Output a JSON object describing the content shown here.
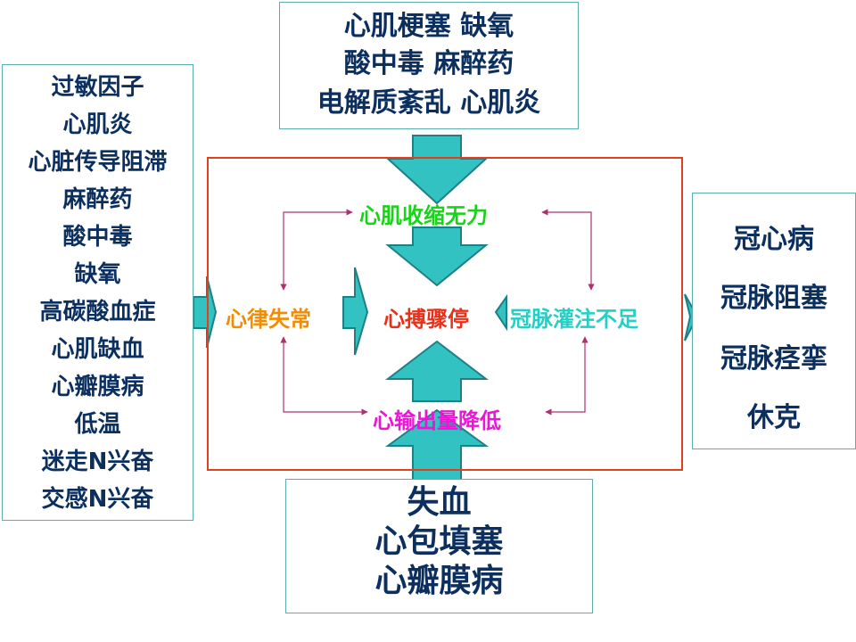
{
  "top_causes": [
    "心肌梗塞  缺氧",
    "酸中毒  麻醉药",
    "电解质紊乱  心肌炎"
  ],
  "left_causes": [
    "过敏因子",
    "心肌炎",
    "心脏传导阻滞",
    "麻醉药",
    "酸中毒",
    "缺氧",
    "高碳酸血症",
    "心肌缺血",
    "心瓣膜病",
    "低温",
    "迷走N兴奋",
    "交感N兴奋"
  ],
  "right_causes": [
    "冠心病",
    "冠脉阻塞",
    "冠脉痉挛",
    "休克"
  ],
  "bottom_causes": [
    "失血",
    "心包填塞",
    "心瓣膜病"
  ],
  "center": {
    "top": "心肌收缩无力",
    "left": "心律失常",
    "middle": "心搏骤停",
    "right": "冠脉灌注不足",
    "bottom": "心输出量降低"
  },
  "colors": {
    "box_text": "#0b2f5e",
    "box_border": "#5aaeb0",
    "frame_border": "#e0401e",
    "arrow_fill": "#33c2c2",
    "arrow_stroke": "#1e7f86",
    "link_line": "#b0306e",
    "node_top": "#18d418",
    "node_left": "#f28c00",
    "node_middle": "#e83018",
    "node_right": "#22d0c4",
    "node_bottom": "#ee14d6"
  }
}
